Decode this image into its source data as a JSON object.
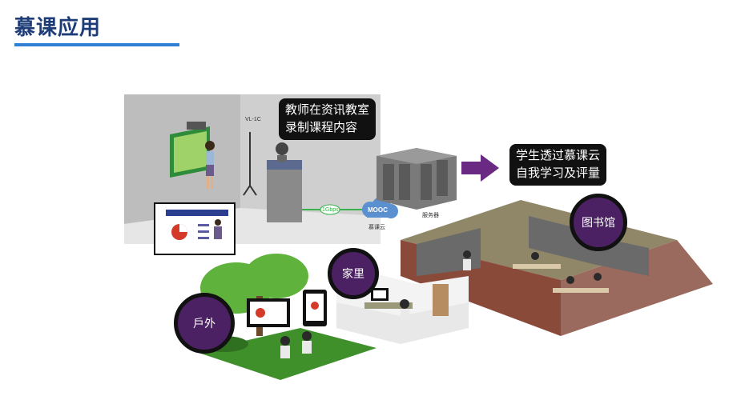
{
  "page": {
    "title": "慕课应用"
  },
  "bubbles": {
    "teacher_line1": "教师在资讯教室",
    "teacher_line2": "录制课程内容",
    "cloud_line1": "学生透过慕课云",
    "cloud_line2": "自我学习及评量"
  },
  "locations": {
    "library": "图书馆",
    "home": "家里",
    "outdoor": "戶外"
  },
  "device_labels": {
    "camera": "VL-1C",
    "mooc_logo": "MOOC",
    "mooc_cloud": "慕课云",
    "server": "服务器",
    "network": "1Gbps"
  },
  "colors": {
    "title": "#1d3c78",
    "underline": "#2f7fd6",
    "bubble": "#111111",
    "circle": "#4b2163",
    "arrow": "#6a2a84"
  }
}
